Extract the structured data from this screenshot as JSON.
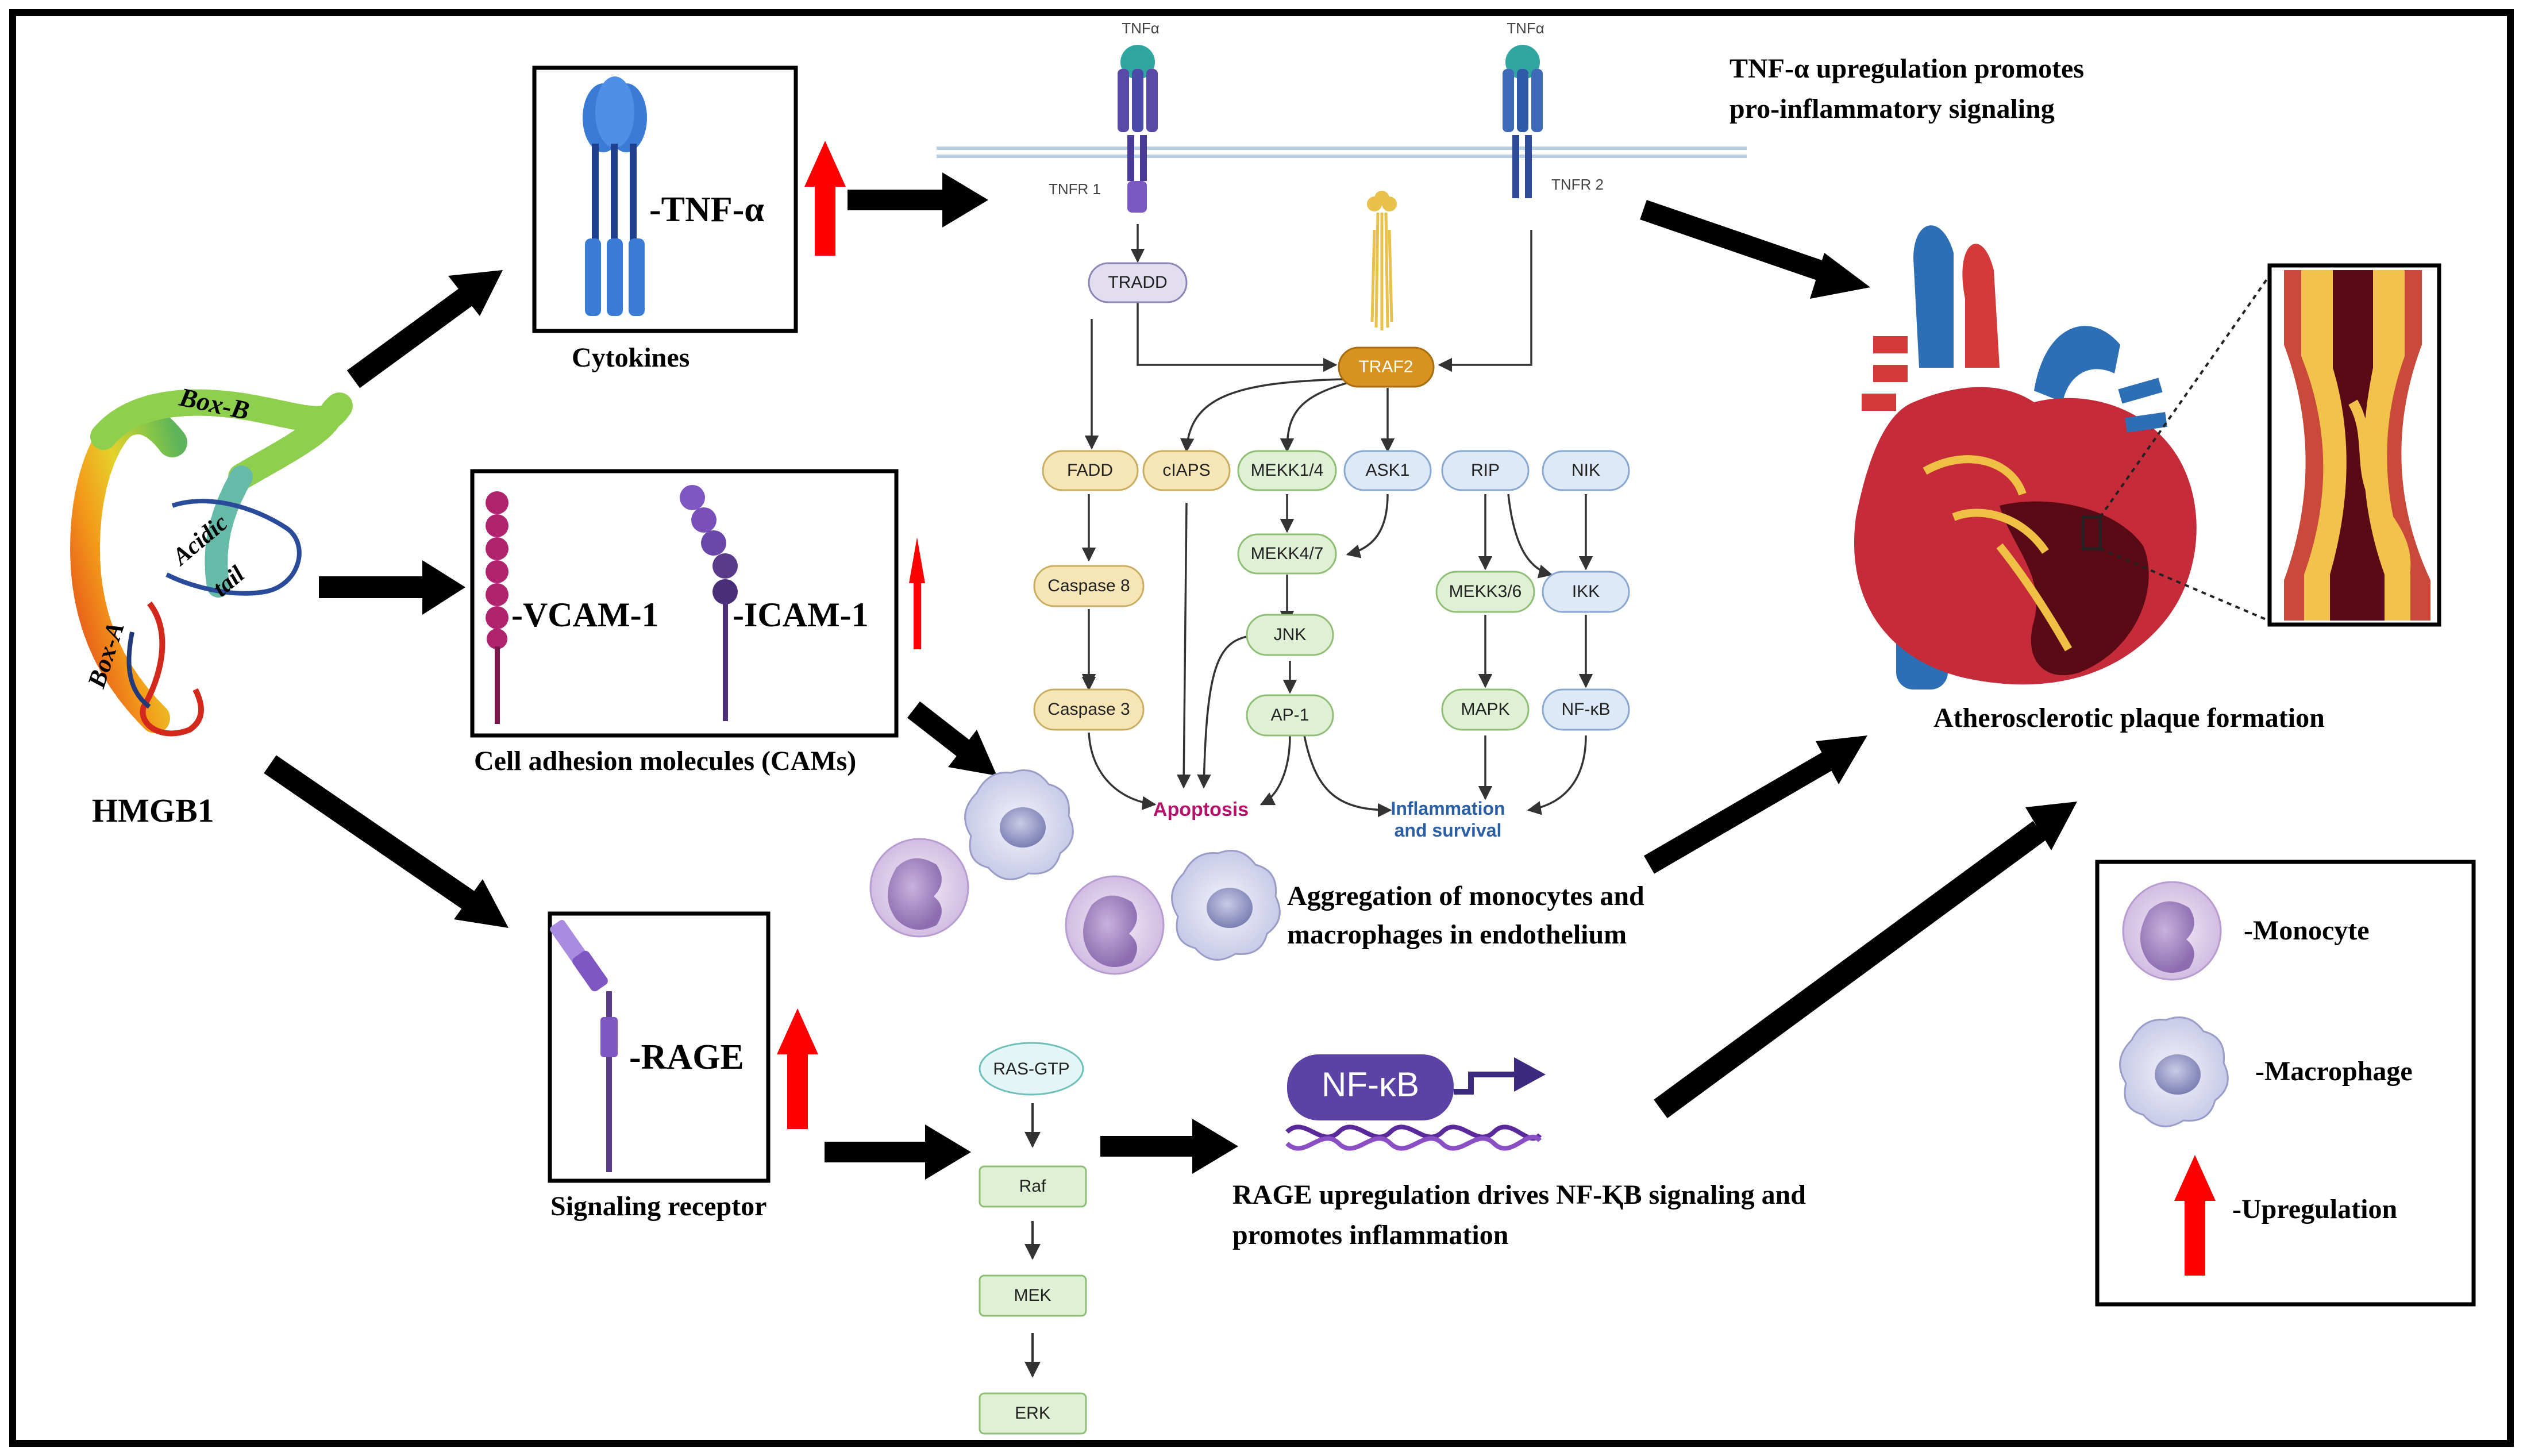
{
  "hmgb1": {
    "name": "HMGB1",
    "box_a": "Box-A",
    "box_b": "Box-B",
    "acidic": "Acidic",
    "tail": "tail"
  },
  "cytokines": {
    "label": "-TNF-α",
    "caption": "Cytokines"
  },
  "cams": {
    "vcam": "-VCAM-1",
    "icam": "-ICAM-1",
    "caption": "Cell adhesion molecules (CAMs)"
  },
  "rage": {
    "label": "-RAGE",
    "caption": "Signaling receptor"
  },
  "tnf_pathway": {
    "title_line1": "TNF-α upregulation promotes",
    "title_line2": "pro-inflammatory signaling",
    "ligand1": "TNFα",
    "ligand2": "TNFα",
    "receptor1": "TNFR 1",
    "receptor2": "TNFR 2",
    "nodes": {
      "tradd": "TRADD",
      "traf2": "TRAF2",
      "fadd": "FADD",
      "ciaps": "cIAPS",
      "mekk14": "MEKK1/4",
      "ask1": "ASK1",
      "rip": "RIP",
      "nik": "NIK",
      "caspase8": "Caspase 8",
      "mekk47": "MEKK4/7",
      "mekk36": "MEKK3/6",
      "ikk": "IKK",
      "jnk": "JNK",
      "caspase3": "Caspase 3",
      "ap1": "AP-1",
      "mapk": "MAPK",
      "nfkb": "NF-κB"
    },
    "apoptosis": "Apoptosis",
    "inflammation_line1": "Inflammation",
    "inflammation_line2": "and survival"
  },
  "aggregation": {
    "line1": "Aggregation of monocytes and",
    "line2": "macrophages in endothelium"
  },
  "rage_pathway": {
    "nodes": [
      "RAS-GTP",
      "Raf",
      "MEK",
      "ERK"
    ],
    "nfkb_label": "NF-κB",
    "caption_line1": "RAGE upregulation drives NF-ⱩB signaling and",
    "caption_line2": "promotes inflammation"
  },
  "heart": {
    "caption": "Atherosclerotic plaque formation"
  },
  "legend": {
    "monocyte": "-Monocyte",
    "macrophage": "-Macrophage",
    "upregulation": "-Upregulation"
  },
  "colors": {
    "up_arrow": "#ff0000",
    "apoptosis_text": "#b5136b",
    "inflammation_text": "#2a5fa5",
    "yellow_node": "#f7e6b5",
    "green_node": "#dff0d4",
    "blue_node": "#dde9f7",
    "traf2": "#d8921f",
    "vcam": "#b0236e",
    "icam": "#5a3b8a",
    "tnf_receptor": "#3d63b8",
    "rage_receptor": "#7e57c2",
    "nfkb_box": "#5b43a6"
  }
}
